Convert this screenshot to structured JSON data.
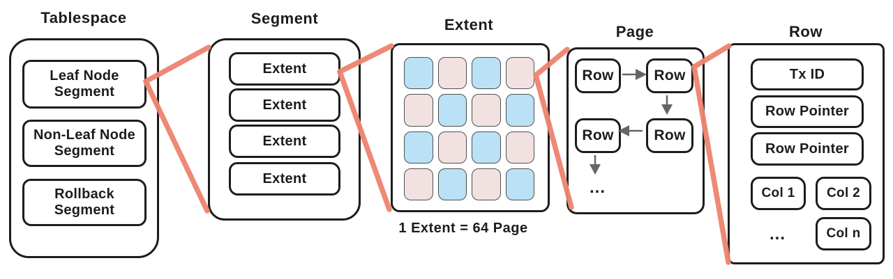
{
  "colors": {
    "ink": "#1c1c1c",
    "connector": "#ee8570",
    "arrow": "#666666",
    "cell_blue": "#bae1f6",
    "cell_pink": "#f1e2e1",
    "cell_border": "#4f4f4f",
    "background": "#ffffff"
  },
  "tablespace": {
    "title": "Tablespace",
    "items": [
      {
        "line1": "Leaf Node",
        "line2": "Segment"
      },
      {
        "line1": "Non-Leaf Node",
        "line2": "Segment"
      },
      {
        "line1": "Rollback",
        "line2": "Segment"
      }
    ]
  },
  "segment": {
    "title": "Segment",
    "items": [
      "Extent",
      "Extent",
      "Extent",
      "Extent"
    ]
  },
  "extent": {
    "title": "Extent",
    "caption": "1 Extent = 64 Page",
    "grid": [
      "blue",
      "pink",
      "blue",
      "pink",
      "pink",
      "blue",
      "pink",
      "blue",
      "blue",
      "pink",
      "blue",
      "pink",
      "pink",
      "blue",
      "pink",
      "blue"
    ]
  },
  "page": {
    "title": "Page",
    "rows": [
      "Row",
      "Row",
      "Row",
      "Row"
    ],
    "ellipsis": "..."
  },
  "row": {
    "title": "Row",
    "fields": [
      "Tx ID",
      "Row Pointer",
      "Row Pointer"
    ],
    "cols": [
      "Col 1",
      "Col 2",
      "Col n"
    ],
    "ellipsis": "..."
  }
}
